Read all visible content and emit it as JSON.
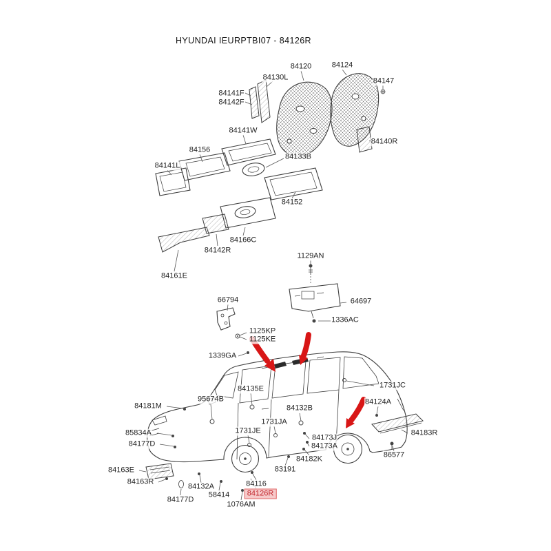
{
  "title": "HYUNDAI IEURPTBI07 - 84126R",
  "highlighted_part": "84126R",
  "colors": {
    "canvas-bg": "#ffffff",
    "line-color": "#3d3d3d",
    "label-color": "#1f1f1f",
    "arrow-red": "#d81616",
    "hl-bg": "#f6caca",
    "hl-border": "#e06666",
    "hl-text": "#c2272d"
  },
  "parts": {
    "84120": "84120",
    "84124": "84124",
    "84147": "84147",
    "84130L": "84130L",
    "84141F": "84141F",
    "84142F": "84142F",
    "84141W": "84141W",
    "84140R": "84140R",
    "84133B": "84133B",
    "84156": "84156",
    "84141L": "84141L",
    "84152": "84152",
    "84166C": "84166C",
    "84142R": "84142R",
    "84161E": "84161E",
    "1129AN": "1129AN",
    "66794": "66794",
    "64697": "64697",
    "1336AC": "1336AC",
    "1125KP": "1125KP",
    "1125KE": "1125KE",
    "1339GA": "1339GA",
    "1731JC": "1731JC",
    "84135E": "84135E",
    "95674B": "95674B",
    "84181M": "84181M",
    "84132B": "84132B",
    "84124A": "84124A",
    "84183R": "84183R",
    "85834A": "85834A",
    "84177D_upper": "84177D",
    "1731JA": "1731JA",
    "1731JE": "1731JE",
    "84173J": "84173J",
    "84173A": "84173A",
    "86577": "86577",
    "84163E": "84163E",
    "84163R": "84163R",
    "84182K": "84182K",
    "83191": "83191",
    "84132A": "84132A",
    "84116": "84116",
    "58414": "58414",
    "84126R": "84126R",
    "1076AM": "1076AM",
    "84177D_lower": "84177D"
  }
}
